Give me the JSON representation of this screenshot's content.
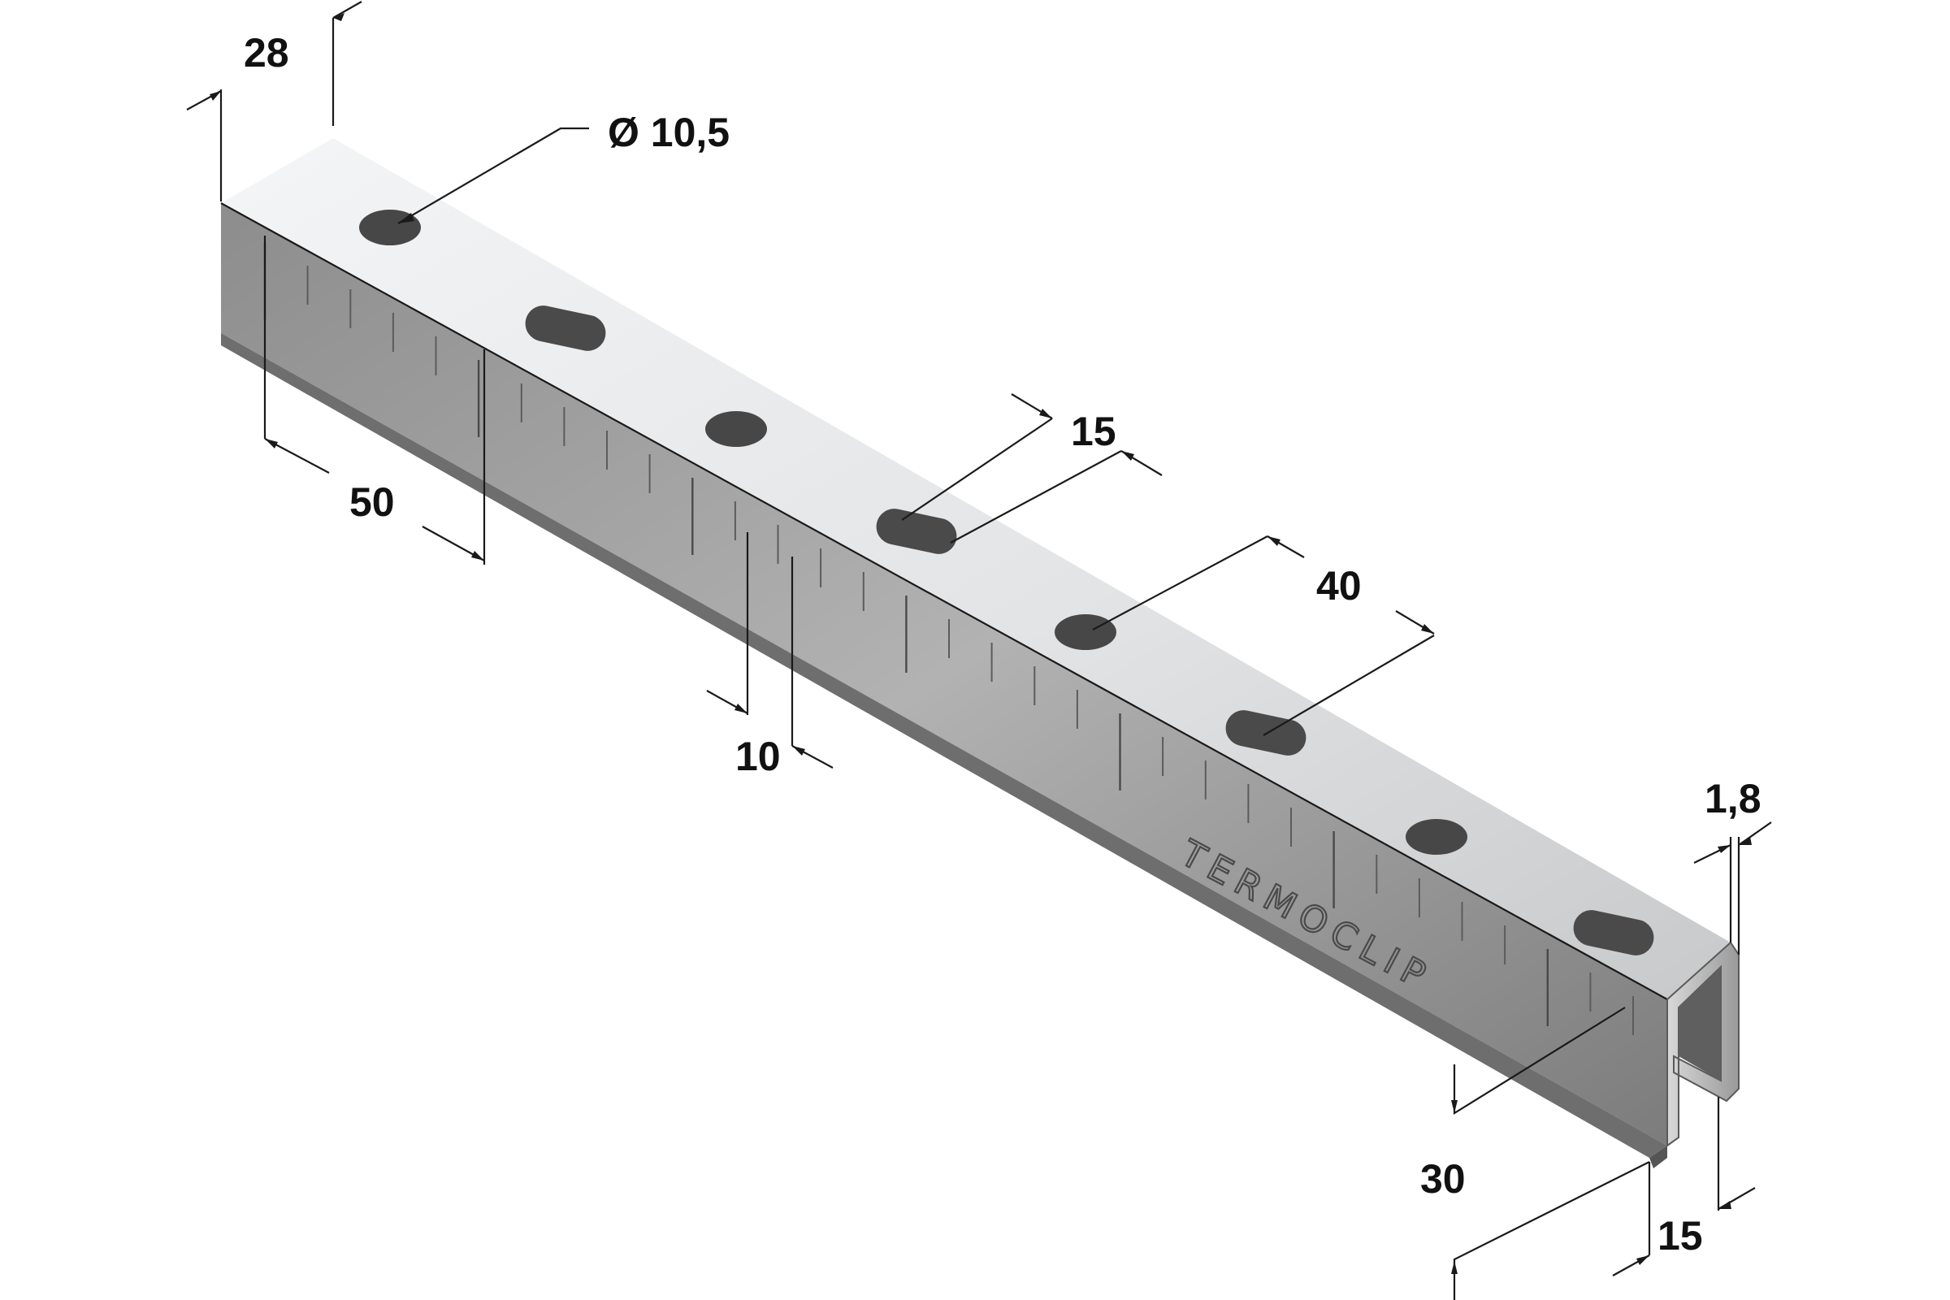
{
  "drawing": {
    "colors": {
      "background": "#ffffff",
      "metal_top_light": "#f2f3f4",
      "metal_top_dark": "#c9cbcd",
      "metal_side_light": "#a8a8a8",
      "metal_side_dark": "#6b6b6b",
      "holes": "#4a4a4a",
      "dimension_lines": "#1a1a1a",
      "text": "#111111"
    },
    "brand_mark": "TERMOCLIP",
    "dimensions": {
      "flange_width": "28",
      "hole_diameter": "Ø 10,5",
      "slot_width": "15",
      "slot_pitch": "40",
      "scale_spacing": "50",
      "scale_minor": "10",
      "wall_thickness": "1,8",
      "profile_height": "30",
      "lip_width": "15"
    }
  }
}
